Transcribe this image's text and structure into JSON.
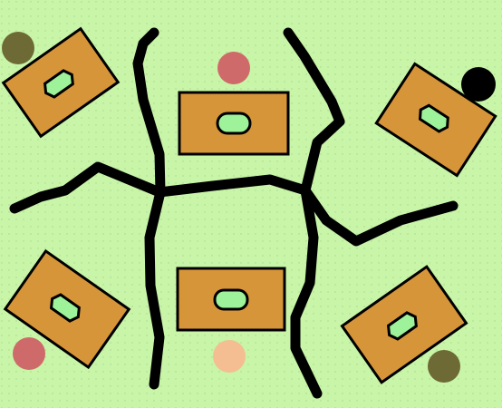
{
  "colors": {
    "field": "#c8f5a8",
    "field_dot": "#a8d88c",
    "table_fill": "#d7953a",
    "table_stroke": "#000000",
    "pad_fill": "#9df29a",
    "road": "#000000",
    "token_olive": "#6e6a35",
    "token_rose": "#cf6a6a",
    "token_black": "#000000",
    "token_peach": "#f4be92"
  },
  "tables": [
    {
      "id": "top-left",
      "angle": -35,
      "pad": "hexagon"
    },
    {
      "id": "top-center",
      "angle": 0,
      "pad": "rounded"
    },
    {
      "id": "top-right",
      "angle": 33,
      "pad": "hexagon"
    },
    {
      "id": "bottom-left",
      "angle": 35,
      "pad": "hexagon"
    },
    {
      "id": "bottom-center",
      "angle": 0,
      "pad": "rounded"
    },
    {
      "id": "bottom-right",
      "angle": -35,
      "pad": "hexagon"
    }
  ],
  "tokens": [
    {
      "id": "olive-top-left",
      "color": "token_olive"
    },
    {
      "id": "rose-top-center",
      "color": "token_rose"
    },
    {
      "id": "black-top-right",
      "color": "token_black"
    },
    {
      "id": "rose-bottom-left",
      "color": "token_rose"
    },
    {
      "id": "peach-bottom-center",
      "color": "token_peach"
    },
    {
      "id": "olive-bottom-right",
      "color": "token_olive"
    }
  ]
}
